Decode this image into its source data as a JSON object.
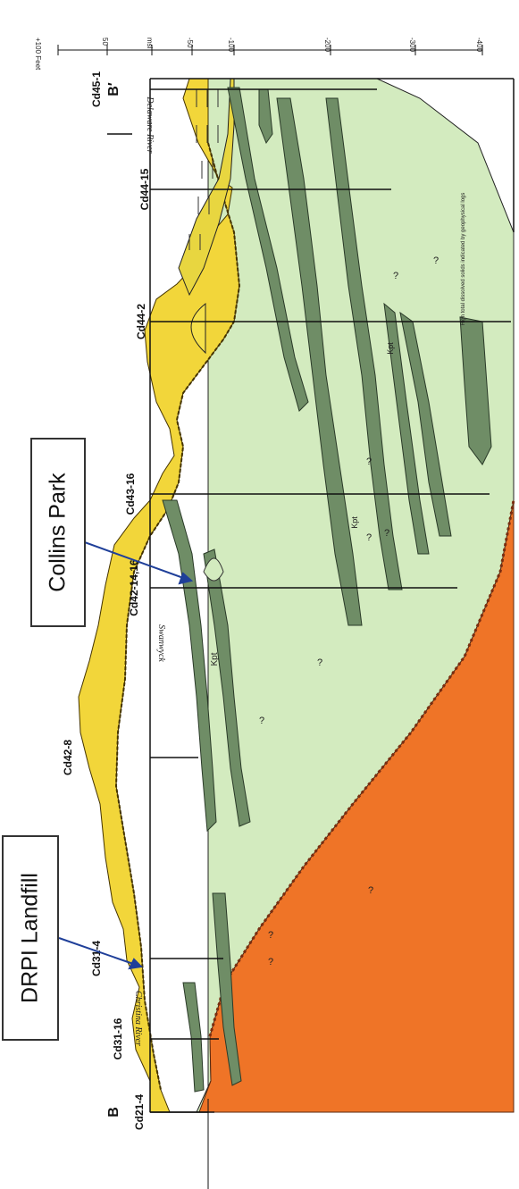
{
  "section_ends": {
    "left": "B",
    "right": "B′"
  },
  "wells": [
    "Cd21-4",
    "Cd31-16",
    "Cd31-4",
    "Cd42-8",
    "Cd42-14,16",
    "Cd43-16",
    "Cd44-2",
    "Cd44-15",
    "Cd45-1"
  ],
  "river_labels": [
    "Christina River",
    "Delaware River"
  ],
  "place_label": "Swanwyck",
  "unit_labels": {
    "kpt": "Kpt",
    "kpt_sand": "Kpt",
    "kpt_lower": "Kpt"
  },
  "scale": {
    "feet_label": "+100 Feet",
    "msl_label": "msl",
    "ticks": [
      "+100",
      "50",
      "msl",
      "-50",
      "-100",
      "-200",
      "-300",
      "-400"
    ]
  },
  "callouts": {
    "drpi": "DRPI Landfill",
    "collins": "Collins Park"
  },
  "note": "High total dissolved solids indicated by geophysical logs",
  "question_mark": "?",
  "colors": {
    "background": "#ffffff",
    "potomac_clay": "#d3ebbf",
    "sand_aquifer": "#6f8d66",
    "columbia": "#f2d63a",
    "marsh": "#e8d640",
    "bedrock": "#ef7427",
    "line": "#111111",
    "arrow": "#1f3f99"
  }
}
